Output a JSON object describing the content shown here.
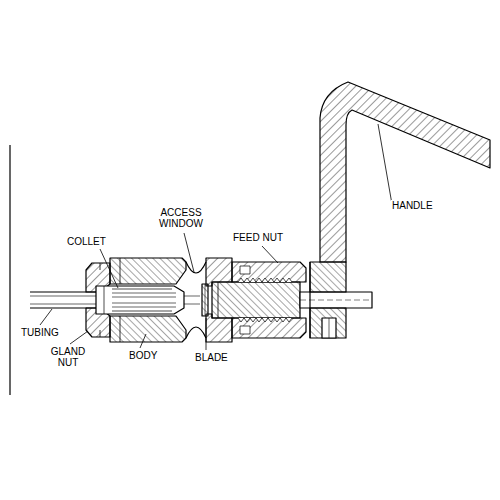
{
  "diagram": {
    "labels": [
      "TUBING",
      "GLAND NUT",
      "COLLET",
      "BODY",
      "ACCESS WINDOW",
      "BLADE",
      "FEED NUT",
      "HANDLE"
    ]
  }
}
